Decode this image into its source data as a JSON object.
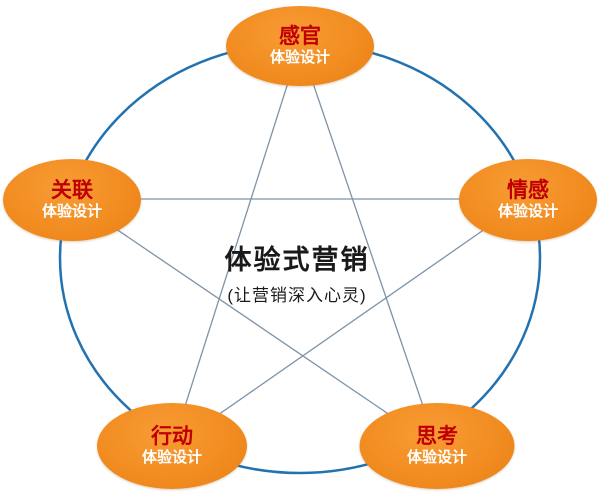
{
  "diagram": {
    "center": {
      "title": "体验式营销",
      "subtitle": "(让营销深入心灵)"
    },
    "nodes": [
      {
        "id": "sensory",
        "position": "top",
        "title": "感官",
        "subtitle": "体验设计"
      },
      {
        "id": "emotion",
        "position": "right",
        "title": "情感",
        "subtitle": "体验设计"
      },
      {
        "id": "association",
        "position": "left",
        "title": "关联",
        "subtitle": "体验设计"
      },
      {
        "id": "action",
        "position": "bottom-left",
        "title": "行动",
        "subtitle": "体验设计"
      },
      {
        "id": "thinking",
        "position": "bottom-right",
        "title": "思考",
        "subtitle": "体验设计"
      }
    ],
    "colors": {
      "node_fill": "#F08A1E",
      "node_title": "#C00000",
      "node_subtitle": "#FFFFFF",
      "circle_stroke": "#2272B0",
      "star_line_stroke": "#7E93A8",
      "center_text": "#1A1A1A",
      "background": "#FFFFFF"
    }
  }
}
